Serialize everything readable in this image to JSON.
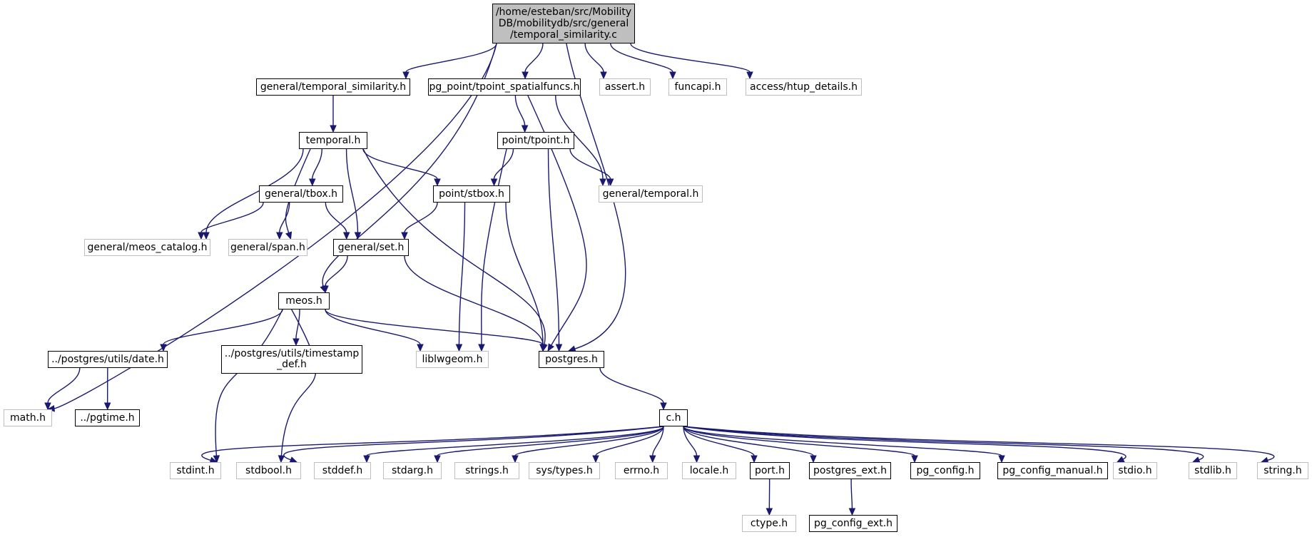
{
  "diagram": {
    "type": "include-dependency-graph",
    "colors": {
      "edge": "#191970",
      "root_fill": "#bfbfbf",
      "external_border": "#bfbfbf",
      "documented_border": "#000000"
    },
    "nodes": [
      {
        "id": "root",
        "label": "/home/esteban/src/Mobility\nDB/mobilitydb/src/general\n/temporal_similarity.c",
        "kind": "root"
      },
      {
        "id": "gts",
        "label": "general/temporal_similarity.h",
        "kind": "doc"
      },
      {
        "id": "tsf",
        "label": "pg_point/tpoint_spatialfuncs.h",
        "kind": "doc"
      },
      {
        "id": "assert",
        "label": "assert.h",
        "kind": "ext"
      },
      {
        "id": "funcapi",
        "label": "funcapi.h",
        "kind": "ext"
      },
      {
        "id": "htup",
        "label": "access/htup_details.h",
        "kind": "ext"
      },
      {
        "id": "temporal",
        "label": "temporal.h",
        "kind": "doc"
      },
      {
        "id": "tpoint",
        "label": "point/tpoint.h",
        "kind": "doc"
      },
      {
        "id": "tbox",
        "label": "general/tbox.h",
        "kind": "doc"
      },
      {
        "id": "stbox",
        "label": "point/stbox.h",
        "kind": "doc"
      },
      {
        "id": "gtemporal",
        "label": "general/temporal.h",
        "kind": "ext"
      },
      {
        "id": "catalog",
        "label": "general/meos_catalog.h",
        "kind": "ext"
      },
      {
        "id": "span",
        "label": "general/span.h",
        "kind": "ext"
      },
      {
        "id": "set",
        "label": "general/set.h",
        "kind": "doc"
      },
      {
        "id": "meos",
        "label": "meos.h",
        "kind": "doc"
      },
      {
        "id": "date",
        "label": "../postgres/utils/date.h",
        "kind": "doc"
      },
      {
        "id": "tsdef",
        "label": "../postgres/utils/timestamp\n_def.h",
        "kind": "doc"
      },
      {
        "id": "lwgeom",
        "label": "liblwgeom.h",
        "kind": "ext"
      },
      {
        "id": "postgres",
        "label": "postgres.h",
        "kind": "doc"
      },
      {
        "id": "math",
        "label": "math.h",
        "kind": "ext"
      },
      {
        "id": "pgtime",
        "label": "../pgtime.h",
        "kind": "doc"
      },
      {
        "id": "ch",
        "label": "c.h",
        "kind": "doc"
      },
      {
        "id": "stdint",
        "label": "stdint.h",
        "kind": "ext"
      },
      {
        "id": "stdbool",
        "label": "stdbool.h",
        "kind": "ext"
      },
      {
        "id": "stddef",
        "label": "stddef.h",
        "kind": "ext"
      },
      {
        "id": "stdarg",
        "label": "stdarg.h",
        "kind": "ext"
      },
      {
        "id": "strings",
        "label": "strings.h",
        "kind": "ext"
      },
      {
        "id": "systypes",
        "label": "sys/types.h",
        "kind": "ext"
      },
      {
        "id": "errno",
        "label": "errno.h",
        "kind": "ext"
      },
      {
        "id": "locale",
        "label": "locale.h",
        "kind": "ext"
      },
      {
        "id": "port",
        "label": "port.h",
        "kind": "doc"
      },
      {
        "id": "pgext",
        "label": "postgres_ext.h",
        "kind": "doc"
      },
      {
        "id": "pgconfig",
        "label": "pg_config.h",
        "kind": "doc"
      },
      {
        "id": "pgconfman",
        "label": "pg_config_manual.h",
        "kind": "doc"
      },
      {
        "id": "stdio",
        "label": "stdio.h",
        "kind": "ext"
      },
      {
        "id": "stdlib",
        "label": "stdlib.h",
        "kind": "ext"
      },
      {
        "id": "string",
        "label": "string.h",
        "kind": "ext"
      },
      {
        "id": "ctype",
        "label": "ctype.h",
        "kind": "ext"
      },
      {
        "id": "pgconfext",
        "label": "pg_config_ext.h",
        "kind": "doc"
      }
    ],
    "edges": [
      [
        "root",
        "gts"
      ],
      [
        "root",
        "tsf"
      ],
      [
        "root",
        "assert"
      ],
      [
        "root",
        "funcapi"
      ],
      [
        "root",
        "htup"
      ],
      [
        "root",
        "math"
      ],
      [
        "root",
        "meos"
      ],
      [
        "root",
        "postgres"
      ],
      [
        "gts",
        "temporal"
      ],
      [
        "tsf",
        "tpoint"
      ],
      [
        "tsf",
        "gtemporal"
      ],
      [
        "tsf",
        "postgres"
      ],
      [
        "temporal",
        "catalog"
      ],
      [
        "temporal",
        "span"
      ],
      [
        "temporal",
        "tbox"
      ],
      [
        "temporal",
        "set"
      ],
      [
        "temporal",
        "stbox"
      ],
      [
        "temporal",
        "postgres"
      ],
      [
        "tpoint",
        "stbox"
      ],
      [
        "tpoint",
        "gtemporal"
      ],
      [
        "tpoint",
        "lwgeom"
      ],
      [
        "tpoint",
        "postgres"
      ],
      [
        "tbox",
        "catalog"
      ],
      [
        "tbox",
        "span"
      ],
      [
        "tbox",
        "set"
      ],
      [
        "stbox",
        "set"
      ],
      [
        "stbox",
        "lwgeom"
      ],
      [
        "stbox",
        "postgres"
      ],
      [
        "set",
        "meos"
      ],
      [
        "set",
        "postgres"
      ],
      [
        "meos",
        "date"
      ],
      [
        "meos",
        "tsdef"
      ],
      [
        "meos",
        "lwgeom"
      ],
      [
        "meos",
        "postgres"
      ],
      [
        "meos",
        "stdint"
      ],
      [
        "meos",
        "stdbool"
      ],
      [
        "date",
        "math"
      ],
      [
        "date",
        "pgtime"
      ],
      [
        "postgres",
        "ch"
      ],
      [
        "ch",
        "stdint"
      ],
      [
        "ch",
        "stdbool"
      ],
      [
        "ch",
        "stddef"
      ],
      [
        "ch",
        "stdarg"
      ],
      [
        "ch",
        "strings"
      ],
      [
        "ch",
        "systypes"
      ],
      [
        "ch",
        "errno"
      ],
      [
        "ch",
        "locale"
      ],
      [
        "ch",
        "port"
      ],
      [
        "ch",
        "pgext"
      ],
      [
        "ch",
        "pgconfig"
      ],
      [
        "ch",
        "pgconfman"
      ],
      [
        "ch",
        "stdio"
      ],
      [
        "ch",
        "stdlib"
      ],
      [
        "ch",
        "string"
      ],
      [
        "port",
        "ctype"
      ],
      [
        "pgext",
        "pgconfext"
      ]
    ]
  }
}
